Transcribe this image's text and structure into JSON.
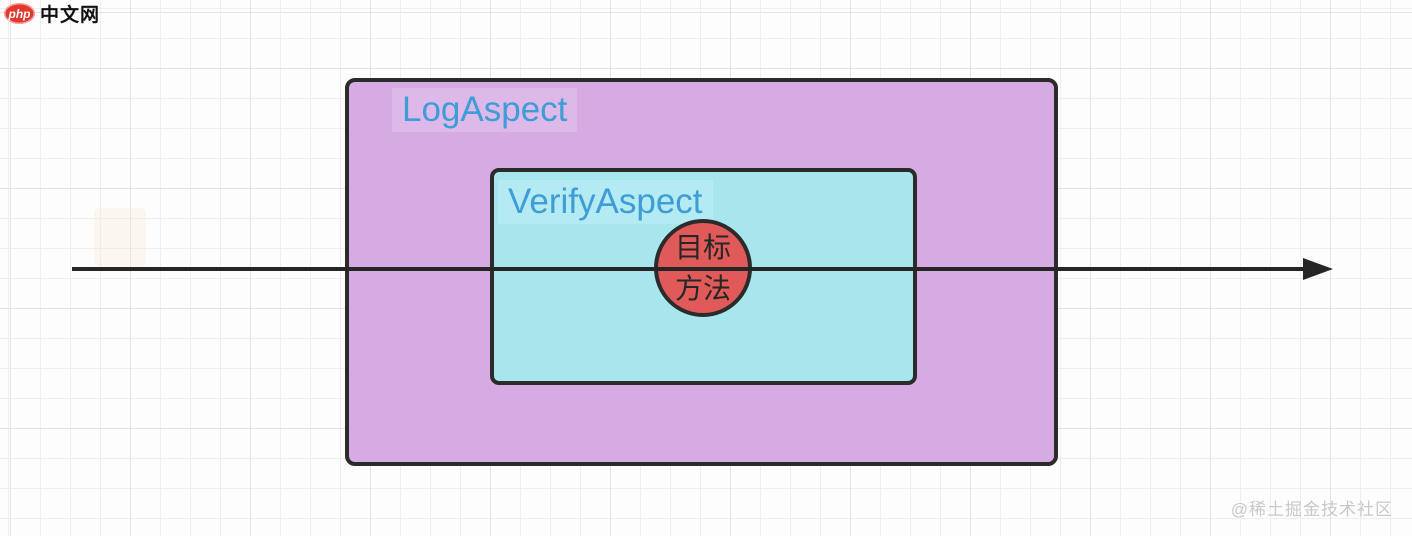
{
  "colors": {
    "canvas-bg": "#fdfdfd",
    "grid-minor": "#efefef",
    "grid-major": "#e4e4e4",
    "stroke": "#2b2b2b",
    "ink": "#262626",
    "purple-fill": "#d6abe3",
    "purple-label-bg": "#ddb9e9",
    "cyan-fill": "#a8e6ee",
    "cyan-label-bg": "#b4eaf1",
    "red-fill": "#e05a5a",
    "label-blue": "#3e9cd6",
    "logo-red": "#e5382c",
    "logo-ink": "#111111",
    "watermark-gray": "#c9c9c9"
  },
  "logo": {
    "badge_text": "php",
    "site_text": "中文网"
  },
  "diagram": {
    "outer_box": {
      "label": "LogAspect"
    },
    "inner_box": {
      "label": "VerifyAspect"
    },
    "target_circle": {
      "line1": "目标",
      "line2": "方法"
    },
    "flow_arrow": {
      "direction": "right"
    }
  },
  "watermark": {
    "text": "@稀土掘金技术社区"
  }
}
